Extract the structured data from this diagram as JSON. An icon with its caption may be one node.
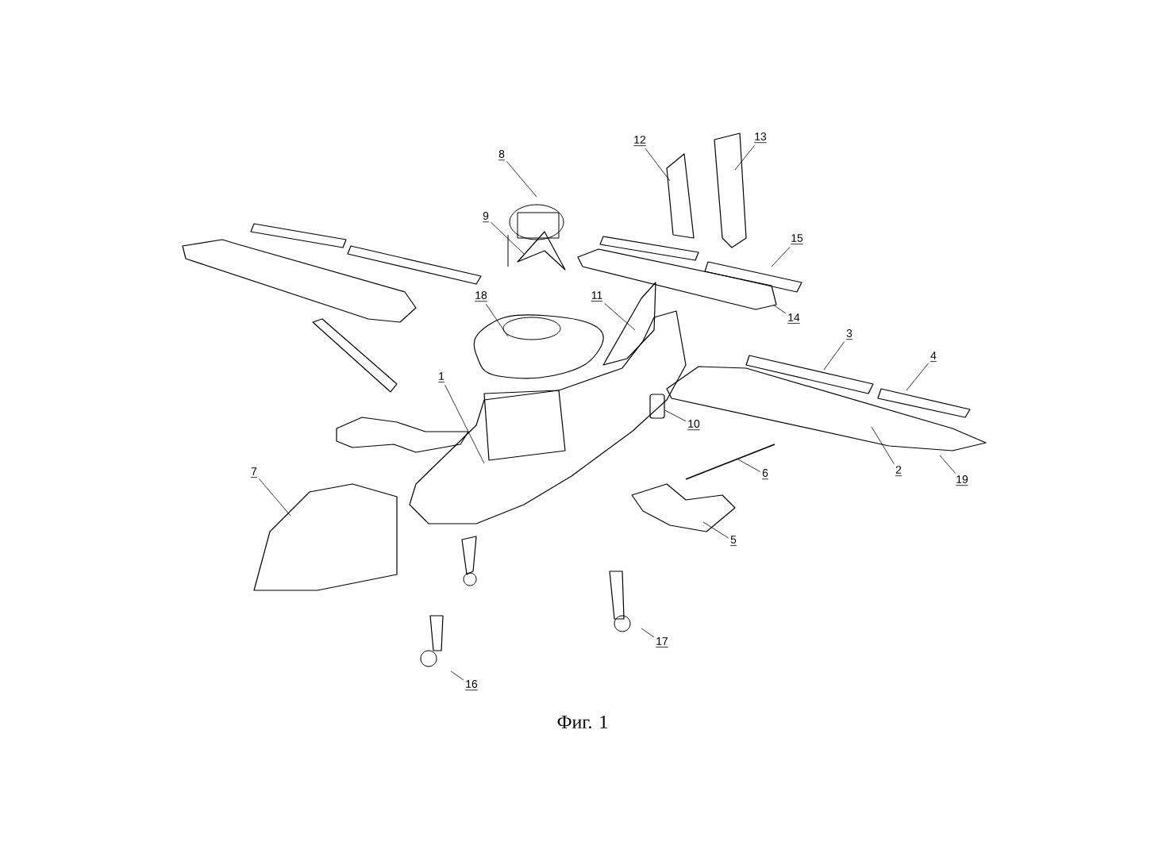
{
  "diagram": {
    "caption": "Фиг. 1",
    "nodes": [
      {
        "text": [
          "1"
        ]
      },
      {
        "text": [
          "2"
        ]
      },
      {
        "text": [
          "3"
        ]
      },
      {
        "text": [
          "4"
        ]
      },
      {
        "text": [
          "5"
        ]
      },
      {
        "text": [
          "6"
        ]
      },
      {
        "text": [
          "7"
        ]
      },
      {
        "text": [
          "8"
        ]
      },
      {
        "text": [
          "9"
        ]
      },
      {
        "text": [
          "10"
        ]
      },
      {
        "text": [
          "11"
        ]
      },
      {
        "text": [
          "12"
        ]
      },
      {
        "text": [
          "13"
        ]
      },
      {
        "text": [
          "14"
        ]
      },
      {
        "text": [
          "15"
        ]
      },
      {
        "text": [
          "16"
        ]
      },
      {
        "text": [
          "17"
        ]
      },
      {
        "text": [
          "18"
        ]
      },
      {
        "text": [
          "19"
        ]
      },
      {
        "text": [],
        "shape": "box"
      }
    ],
    "edges": [
      {
        "from": 0,
        "to": null,
        "arrow": "none"
      },
      {
        "from": 1,
        "to": null,
        "arrow": "none"
      },
      {
        "from": 2,
        "to": null,
        "arrow": "none"
      },
      {
        "from": 3,
        "to": null,
        "arrow": "none"
      },
      {
        "from": 4,
        "to": null,
        "arrow": "none"
      },
      {
        "from": 5,
        "to": null,
        "arrow": "none"
      },
      {
        "from": 6,
        "to": null,
        "arrow": "none"
      },
      {
        "from": 7,
        "to": null,
        "arrow": "none"
      },
      {
        "from": 8,
        "to": null,
        "arrow": "none"
      },
      {
        "from": 9,
        "to": 19,
        "arrow": "none"
      },
      {
        "from": 10,
        "to": null,
        "arrow": "none"
      },
      {
        "from": 11,
        "to": null,
        "arrow": "none"
      },
      {
        "from": 12,
        "to": null,
        "arrow": "none"
      },
      {
        "from": 13,
        "to": null,
        "arrow": "none"
      },
      {
        "from": 14,
        "to": null,
        "arrow": "none"
      },
      {
        "from": 15,
        "to": null,
        "arrow": "none"
      },
      {
        "from": 16,
        "to": null,
        "arrow": "none"
      },
      {
        "from": 17,
        "to": null,
        "arrow": "none"
      },
      {
        "from": 18,
        "to": null,
        "arrow": "none"
      }
    ]
  }
}
